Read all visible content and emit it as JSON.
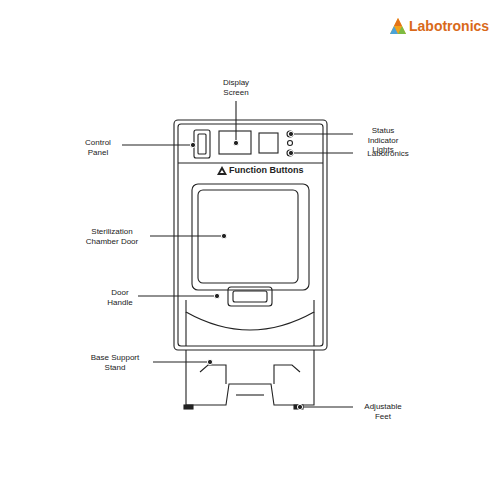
{
  "diagram": {
    "labels": [
      "Labotronics",
      "Display Screen",
      "Control Panel",
      "Function Buttons",
      "Status Indicator Lights",
      "Labotronics",
      "Sterilization Chamber Door",
      "Door Handle",
      "Base Support Stand",
      "Adjustable Feet"
    ]
  }
}
